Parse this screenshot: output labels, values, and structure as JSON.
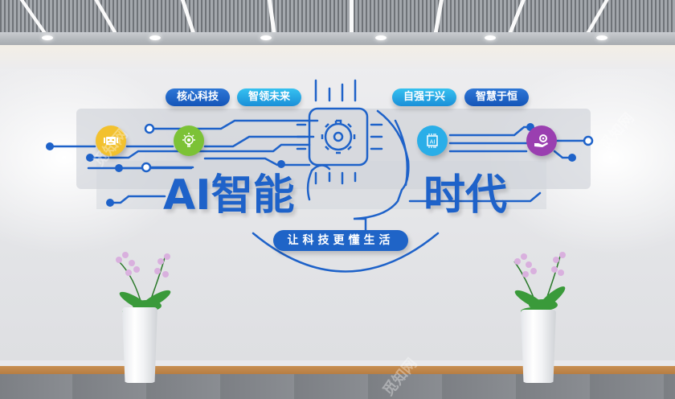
{
  "scene": {
    "description": "3D rendering of a corporate culture wall with AI theme",
    "colors": {
      "primary_blue": "#1e62c9",
      "light_blue": "#1a8fd8",
      "wall": "#e6e7ea",
      "baseboard": "#c08649",
      "floor": "#80838a"
    }
  },
  "pills": [
    {
      "label": "核心科技",
      "style": "dark"
    },
    {
      "label": "智领未来",
      "style": "light"
    },
    {
      "label": "自强于兴",
      "style": "light"
    },
    {
      "label": "智慧于恒",
      "style": "dark"
    }
  ],
  "icons": [
    {
      "name": "robot-icon",
      "color": "#f2c12e"
    },
    {
      "name": "lightbulb-gear-icon",
      "color": "#7cc236"
    },
    {
      "name": "ai-chip-icon",
      "color": "#2aaee8",
      "label": "AI"
    },
    {
      "name": "hand-gear-icon",
      "color": "#9a3fb0"
    }
  ],
  "headline": {
    "left": "AI智能",
    "right": "时代"
  },
  "slogan": "让科技更懂生活",
  "watermark": "觅知网"
}
